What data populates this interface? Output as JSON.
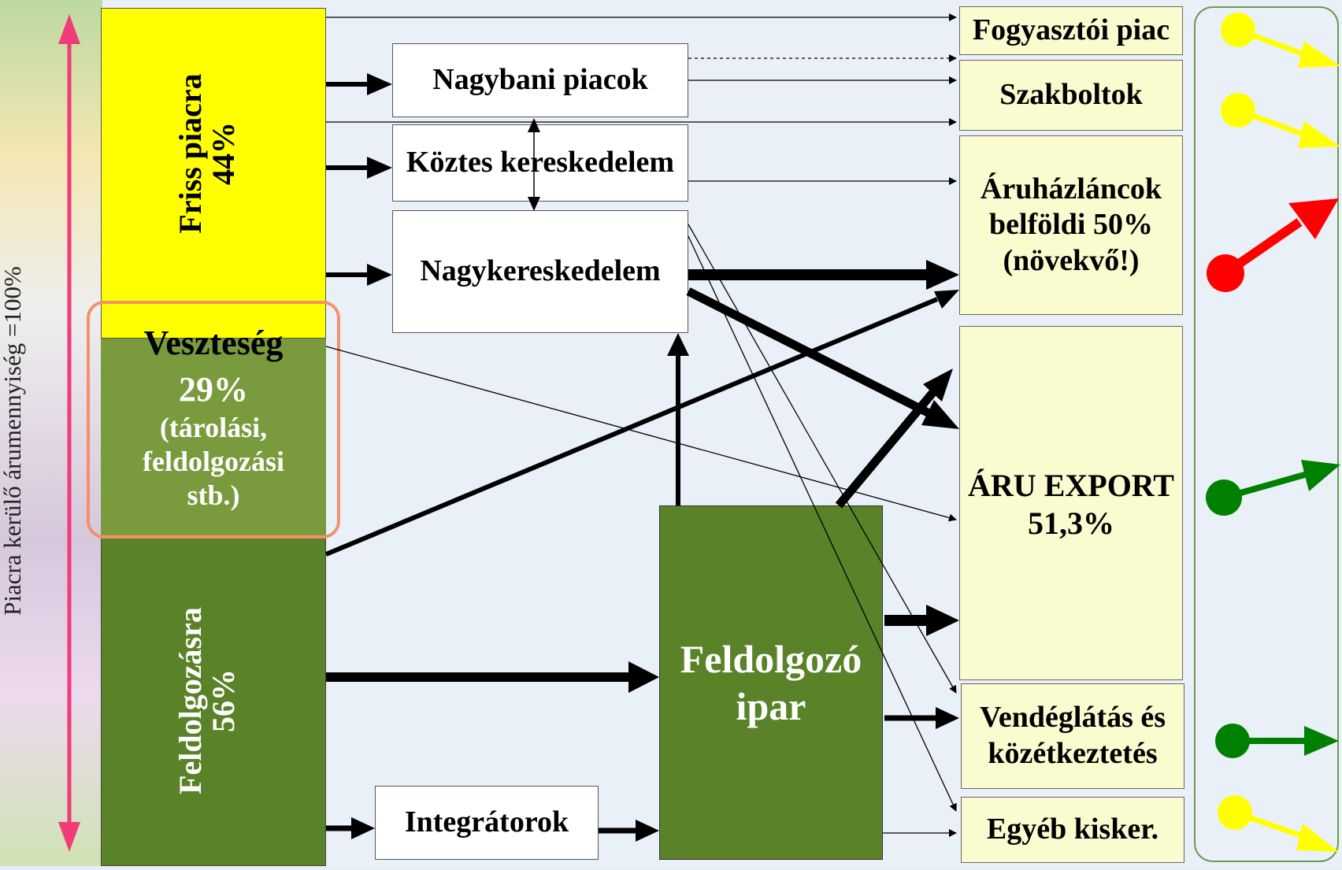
{
  "axis_label": "Piacra kerülő árumennyiség =100%",
  "segments": {
    "fresh": {
      "label": "Friss piacra",
      "percent": "44%",
      "color": "#ffff00"
    },
    "loss": {
      "title": "Veszteség",
      "percent": "29%",
      "note_line1": "(tárolási,",
      "note_line2": "feldolgozási",
      "note_line3": "stb.)",
      "color": "#7a9a3e"
    },
    "processing": {
      "label": "Feldolgozásra",
      "percent": "56%",
      "color": "#5a8228"
    }
  },
  "intermediaries": {
    "wholesale_markets": "Nagybani piacok",
    "intermediate_trade": "Köztes kereskedelem",
    "wholesale": "Nagykereskedelem",
    "integrators": "Integrátorok"
  },
  "processing_industry": {
    "line1": "Feldolgozó",
    "line2": "ipar"
  },
  "destinations": {
    "consumer_market": "Fogyasztói piac",
    "specialty_stores": "Szakboltok",
    "chains_line1": "Áruházláncok",
    "chains_line2": "belföldi 50%",
    "chains_line3": "(növekvő!)",
    "export_line1": "ÁRU EXPORT",
    "export_line2": "51,3%",
    "catering_line1": "Vendéglátás és",
    "catering_line2": "közétkeztetés",
    "other_retail": "Egyéb kisker."
  },
  "trend_colors": {
    "consumer_market": "#ffff00",
    "specialty_stores": "#ffff00",
    "chains": "#ff0000",
    "export": "#008000",
    "catering": "#008000",
    "other_retail": "#ffff00"
  },
  "colors": {
    "axis_arrow": "#f03c78",
    "loss_frame": "#f4906a",
    "panel_border": "#6a9a50"
  }
}
